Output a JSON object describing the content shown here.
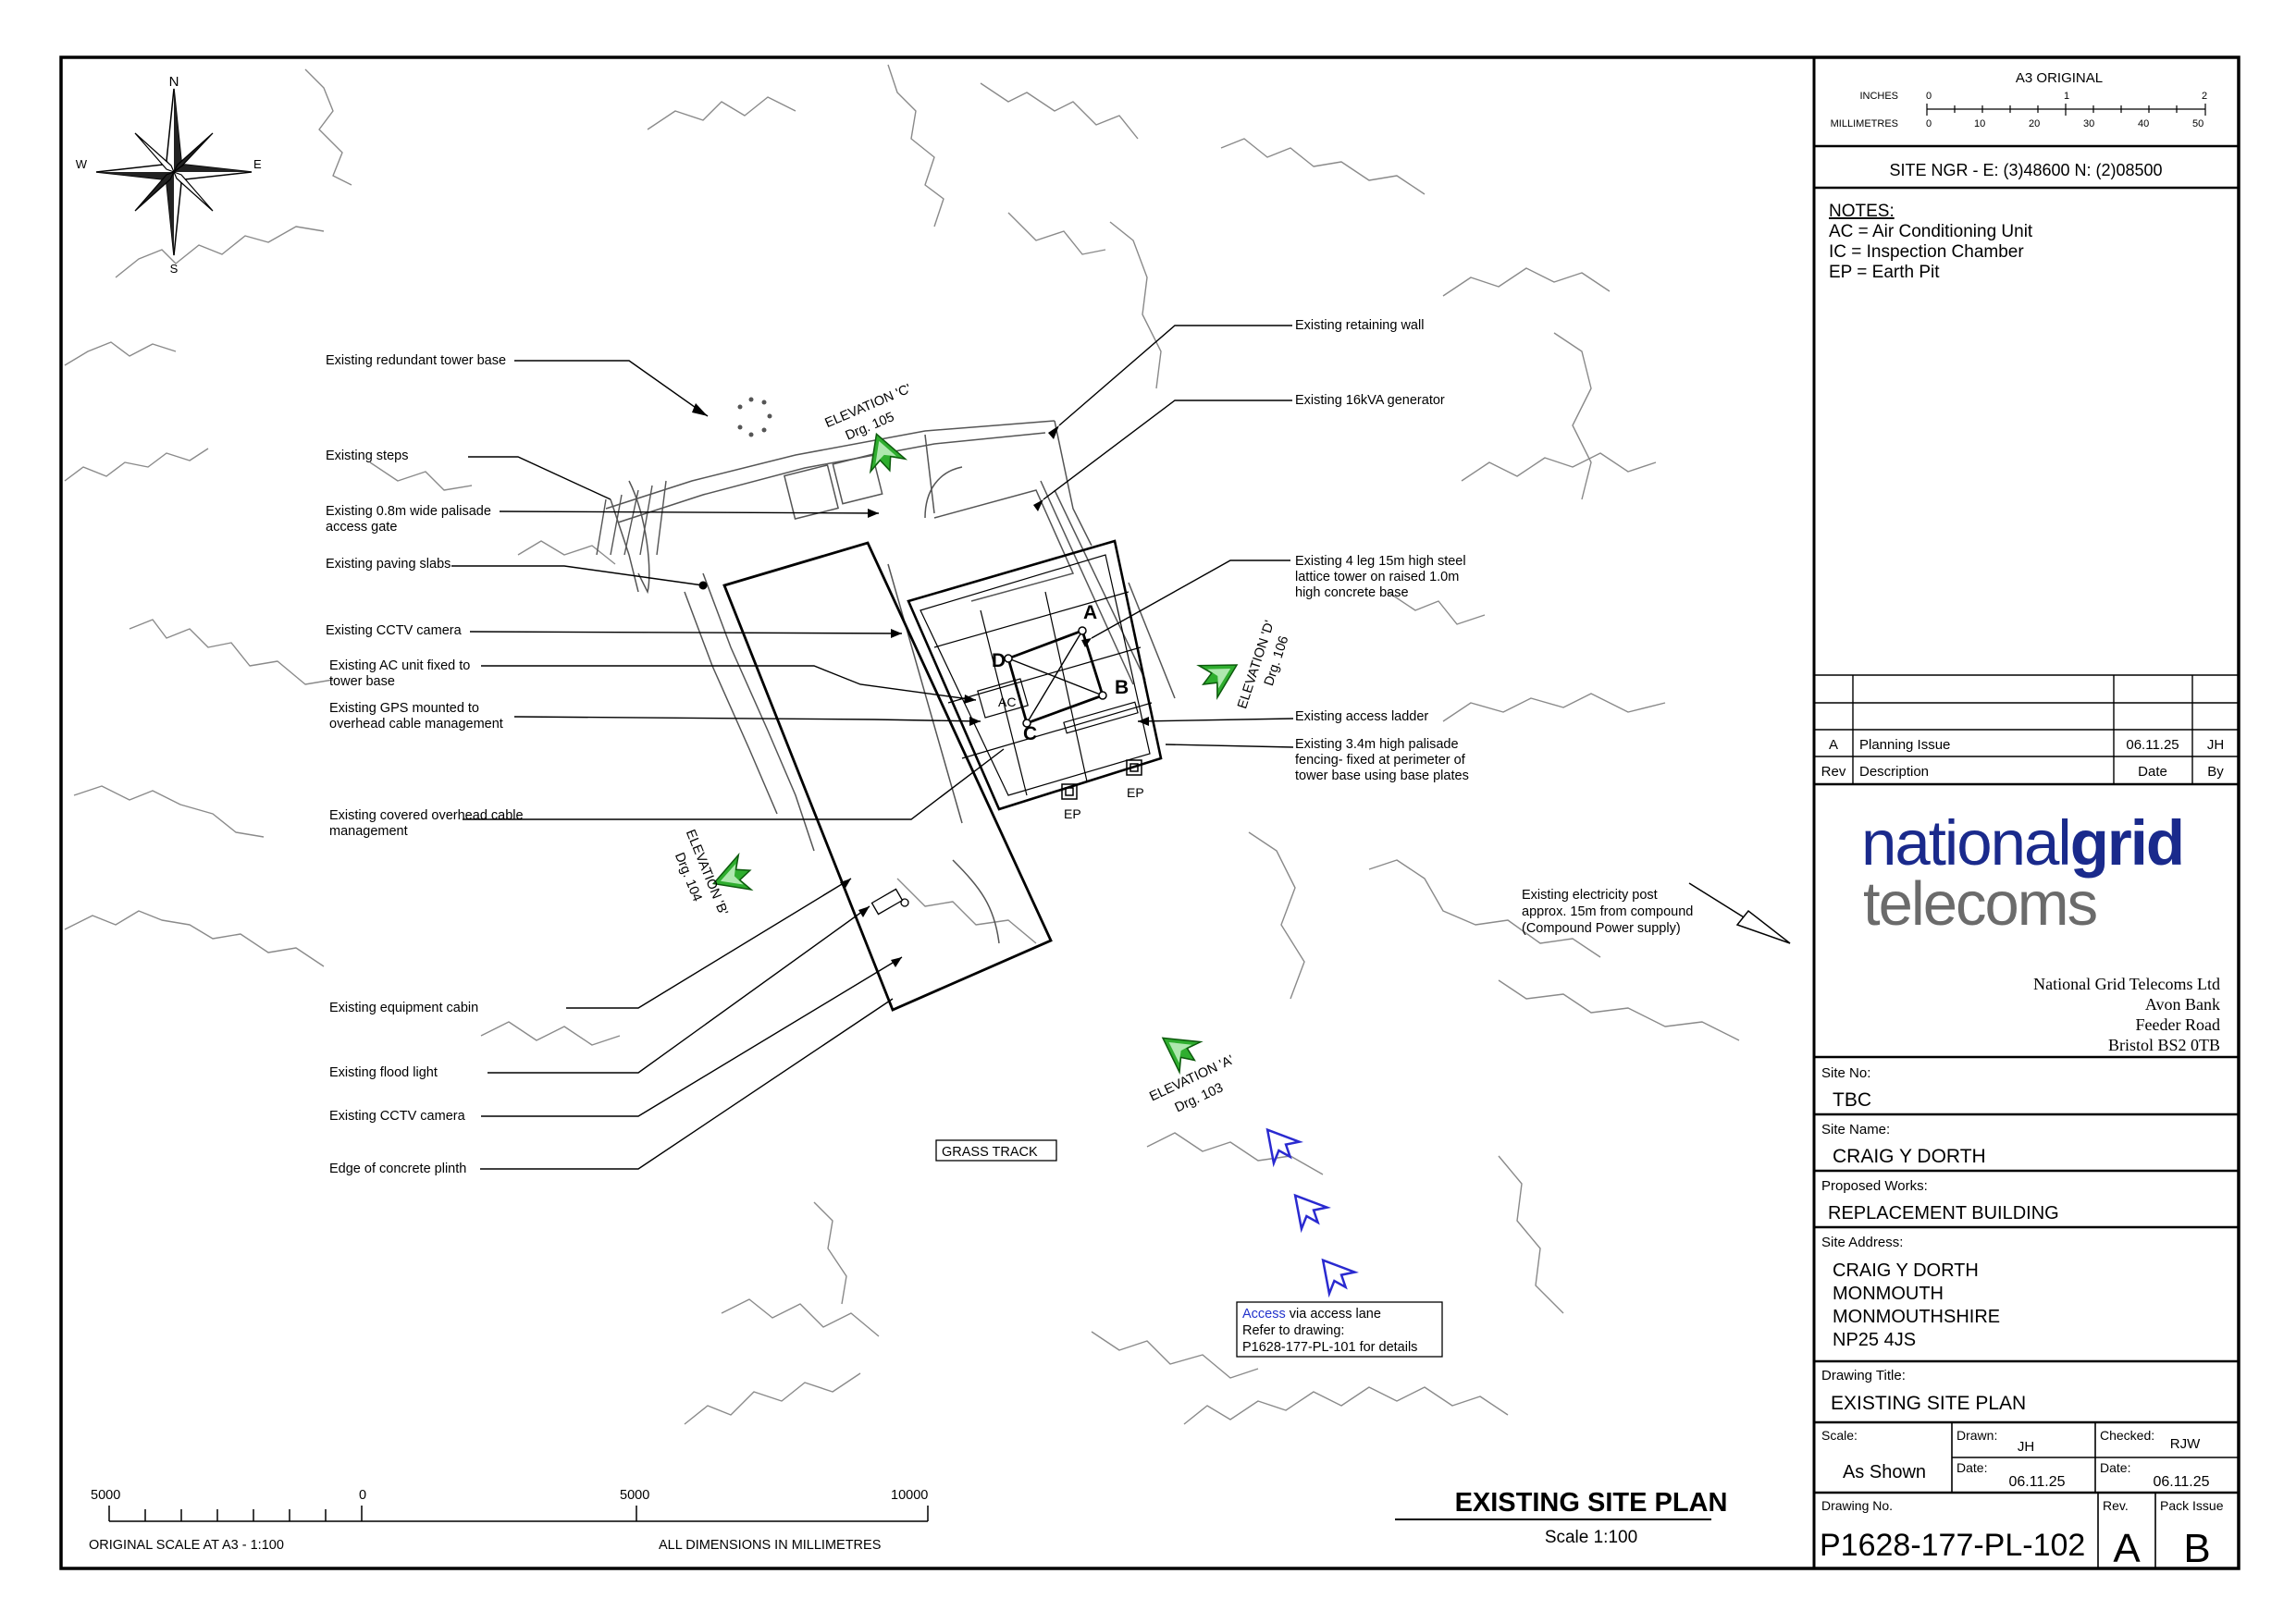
{
  "page": {
    "title": "EXISTING SITE PLAN",
    "scale": "Scale 1:100"
  },
  "compass": {
    "n": "N",
    "e": "E",
    "s": "S",
    "w": "W"
  },
  "annotations": [
    "Existing redundant tower base",
    "Existing steps",
    "Existing 0.8m wide palisade",
    "access gate",
    "Existing paving slabs",
    "Existing CCTV camera",
    "Existing AC unit fixed to",
    "tower base",
    "Existing GPS mounted to",
    "overhead cable management",
    "Existing covered overhead cable",
    "management",
    "Existing equipment cabin",
    "Existing flood light",
    "Existing CCTV camera",
    "Edge of concrete plinth",
    "Existing retaining wall",
    "Existing 16kVA generator",
    "Existing 4 leg 15m high steel",
    "lattice tower on raised 1.0m",
    "high concrete base",
    "Existing access ladder",
    "Existing 3.4m high palisade",
    "fencing- fixed at perimeter of",
    "tower base using base plates",
    "Existing electricity post",
    "approx. 15m from compound",
    "(Compound Power supply)"
  ],
  "tower_labels": {
    "a": "A",
    "b": "B",
    "c": "C",
    "d": "D",
    "ac": "AC",
    "ep1": "EP",
    "ep2": "EP"
  },
  "elevations": {
    "c": [
      "ELEVATION 'C'",
      "Drg. 105"
    ],
    "d": [
      "ELEVATION 'D'",
      "Drg. 106"
    ],
    "b": [
      "ELEVATION 'B'",
      "Drg. 104"
    ],
    "a": [
      "ELEVATION 'A'",
      "Drg. 103"
    ]
  },
  "grass_track": "GRASS TRACK",
  "access_note": {
    "word": "Access",
    "rest": " via access lane",
    "line2": "Refer to drawing:",
    "line3": "P1628-177-PL-101 for details",
    "link_color": "#2233cc"
  },
  "scale_bar": {
    "ticks": [
      "5000",
      "0",
      "5000",
      "10000"
    ],
    "left_caption": "ORIGINAL SCALE AT A3 - 1:100",
    "right_caption": "ALL DIMENSIONS IN MILLIMETRES"
  },
  "title_block": {
    "a3_header": "A3 ORIGINAL",
    "inches_label": "INCHES",
    "mm_label": "MILLIMETRES",
    "inch_ticks": [
      "0",
      "1",
      "2"
    ],
    "mm_ticks": [
      "0",
      "10",
      "20",
      "30",
      "40",
      "50"
    ],
    "ngr": "SITE NGR - E: (3)48600 N: (2)08500",
    "notes_heading": "NOTES:",
    "notes": [
      "AC = Air Conditioning Unit",
      "IC = Inspection Chamber",
      "EP = Earth Pit"
    ],
    "revision": {
      "rev": "A",
      "description": "Planning Issue",
      "date": "06.11.25",
      "by": "JH"
    },
    "rev_headers": {
      "rev": "Rev",
      "description": "Description",
      "date": "Date",
      "by": "By"
    },
    "logo": {
      "line1a": "national",
      "line1b": "grid",
      "line2": "telecoms",
      "navy": "#1a2a8c",
      "grey": "#6b6b6b"
    },
    "company_address": [
      "National Grid Telecoms Ltd",
      "Avon Bank",
      "Feeder Road",
      "Bristol BS2 0TB"
    ],
    "site_no_label": "Site No:",
    "site_no": "TBC",
    "site_name_label": "Site Name:",
    "site_name": "CRAIG Y DORTH",
    "works_label": "Proposed Works:",
    "works": "REPLACEMENT BUILDING",
    "address_label": "Site Address:",
    "address": [
      "CRAIG Y DORTH",
      "MONMOUTH",
      "MONMOUTHSHIRE",
      "NP25 4JS"
    ],
    "drawing_title_label": "Drawing Title:",
    "drawing_title": "EXISTING SITE PLAN",
    "scale_label": "Scale:",
    "scale": "As Shown",
    "drawn_label": "Drawn:",
    "drawn": "JH",
    "checked_label": "Checked:",
    "checked": "RJW",
    "date_label": "Date:",
    "date_drawn": "06.11.25",
    "date_checked": "06.11.25",
    "drawing_no_label": "Drawing No.",
    "drawing_no": "P1628-177-PL-102",
    "rev_label": "Rev.",
    "rev_value": "A",
    "pack_label": "Pack Issue",
    "pack_value": "B"
  },
  "colors": {
    "arrow_green": "#2fae2f",
    "arrow_blue": "#2a2ad0",
    "line": "#000000",
    "terrain": "#8a8a8a"
  }
}
